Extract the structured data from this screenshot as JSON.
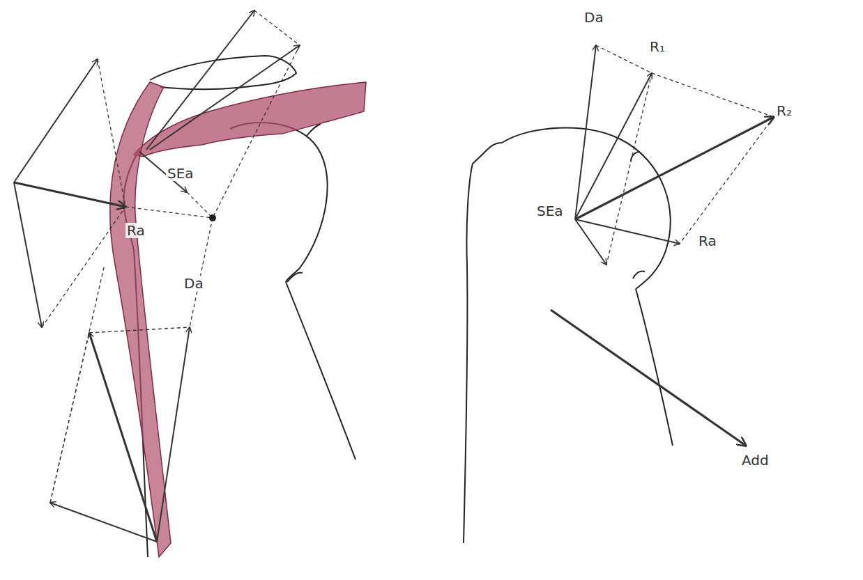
{
  "diagram": {
    "labels": [
      "SEa",
      "Ra",
      "Da",
      "Da",
      "R₁",
      "R₂",
      "SEa",
      "Ra",
      "Add"
    ]
  }
}
